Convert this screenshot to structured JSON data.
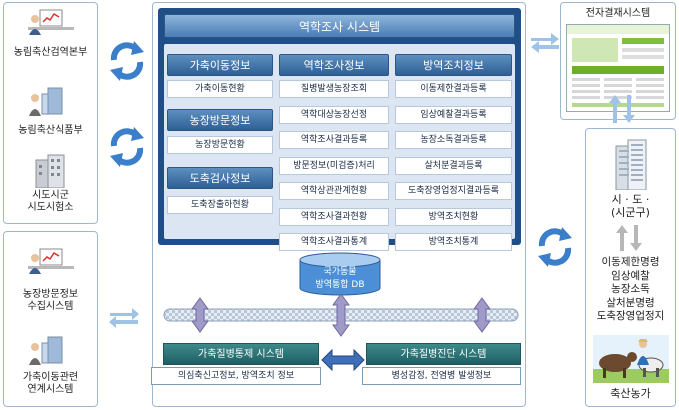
{
  "left_top": {
    "items": [
      {
        "label": "농림축산검역본부",
        "icon": "computer-user-icon"
      },
      {
        "label": "농림축산식품부",
        "icon": "computer-user-icon"
      },
      {
        "label": "시도시군\n시도시험소",
        "icon": "building-icon"
      }
    ]
  },
  "left_bottom": {
    "items": [
      {
        "label": "농장방문정보\n수집시스템",
        "icon": "computer-user-icon"
      },
      {
        "label": "가축이동관련\n연계시스템",
        "icon": "computer-user-icon"
      }
    ]
  },
  "system": {
    "title": "역학조사 시스템",
    "columns": [
      {
        "groups": [
          {
            "header": "가축이동정보",
            "items": [
              "가축이동현황"
            ]
          },
          {
            "header": "농장방문정보",
            "items": [
              "농장방문현황"
            ]
          },
          {
            "header": "도축검사정보",
            "items": [
              "도축장출하현황"
            ]
          }
        ]
      },
      {
        "header": "역학조사정보",
        "items": [
          "질병발생농장조회",
          "역학대상농장선정",
          "역학조사결과등록",
          "방문정보(미검증)처리",
          "역학상관관계현황",
          "역학조사결과현황",
          "역학조사결과통계"
        ]
      },
      {
        "header": "방역조치정보",
        "items": [
          "이동제한결과등록",
          "임상예찰결과등록",
          "농장소독결과등록",
          "살처분결과등록",
          "도축장영업정지결과등록",
          "방역조치현황",
          "방역조치통계"
        ]
      }
    ],
    "db": {
      "line1": "국가동물",
      "line2": "방역통합 DB"
    },
    "bottom_systems": [
      {
        "header": "가축질병통제 시스템",
        "detail": "의심축신고정보, 방역조치 정보"
      },
      {
        "header": "가축질병진단 시스템",
        "detail": "병성감정, 전염병 발생정보"
      }
    ]
  },
  "right_top": {
    "title": "전자결재시스템",
    "icon": "web-page-screenshot"
  },
  "right_bottom": {
    "org": "시 · 도 ·\n(시군구)",
    "actions": [
      "이동제한명령",
      "임상예찰",
      "농장소독",
      "살처분명령",
      "도축장영업정지"
    ],
    "farm_label": "축산농가",
    "icon": "cattle-farmer-icon"
  },
  "colors": {
    "header_blue": "#3a6ca3",
    "header_teal": "#2a7377",
    "panel_blue": "#1f4f86",
    "arrow_blue": "#3b7ec9"
  }
}
